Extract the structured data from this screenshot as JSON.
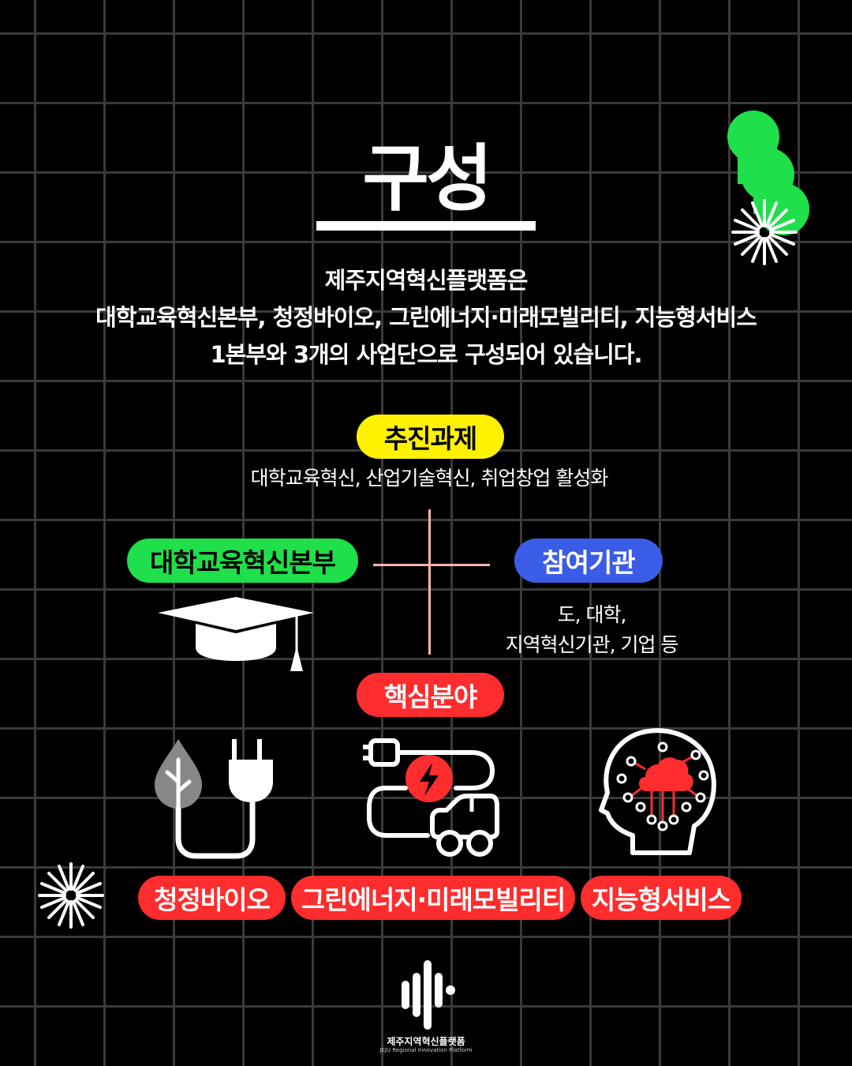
{
  "title": "구성",
  "intro": {
    "line1": "제주지역혁신플랫폼은",
    "line2": "대학교육혁신본부, 청정바이오, 그린에너지·미래모빌리티, 지능형서비스",
    "line3": "1본부와 3개의 사업단으로 구성되어 있습니다."
  },
  "tasks": {
    "label": "추진과제",
    "description": "대학교육혁신, 산업기술혁신, 취업창업 활성화"
  },
  "headquarters": {
    "label": "대학교육혁신본부"
  },
  "participants": {
    "label": "참여기관",
    "line1": "도, 대학,",
    "line2": "지역혁신기관, 기업 등"
  },
  "core": {
    "label": "핵심분야",
    "fields": [
      "청정바이오",
      "그린에너지·미래모빌리티",
      "지능형서비스"
    ]
  },
  "logo": {
    "name": "제주지역혁신플랫폼",
    "subtitle": "JEJU Regional Innovation Platform"
  },
  "colors": {
    "yellow": "#fff200",
    "green": "#1fe04a",
    "blue": "#3b5ce6",
    "red": "#ff2d2d"
  }
}
